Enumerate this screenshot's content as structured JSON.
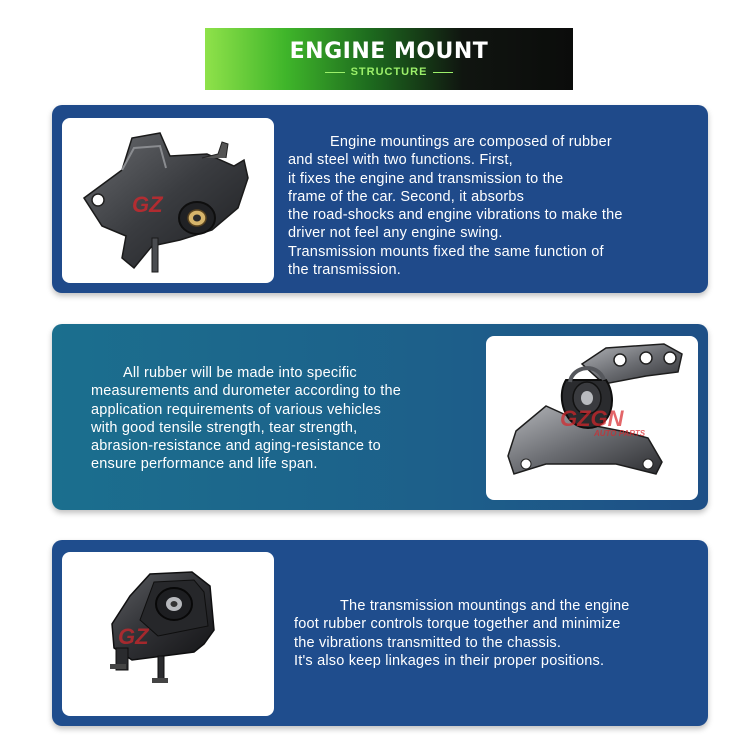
{
  "banner": {
    "title": "ENGINE MOUNT",
    "subtitle": "STRUCTURE"
  },
  "panels": [
    {
      "lines": [
        "Engine mountings are composed of rubber",
        "and steel with two functions. First,",
        "it fixes the engine and transmission to the",
        "frame of the car. Second, it absorbs",
        "the road-shocks and engine vibrations to make the",
        "driver not feel any engine swing.",
        "Transmission mounts fixed the same function of",
        "the transmission."
      ]
    },
    {
      "lines": [
        "All rubber will be made into specific",
        "measurements and durometer according to the",
        "application requirements of various vehicles",
        "with good tensile strength, tear strength,",
        "abrasion-resistance and aging-resistance to",
        "ensure performance and life span."
      ]
    },
    {
      "lines": [
        "The transmission mountings and the engine",
        "foot rubber controls torque together and minimize",
        "the vibrations transmitted to the chassis.",
        "It's also keep linkages in their proper positions."
      ]
    }
  ],
  "watermark": {
    "brand": "GZ",
    "brand2": "GZGN",
    "tagline": "AUTO PARTS"
  },
  "colors": {
    "panel_blue": "#1f4a8a",
    "panel_teal": "#1b6f8e",
    "banner_green": "#3fb52a",
    "banner_black": "#0b0c0b",
    "watermark_red": "#d8262b"
  }
}
